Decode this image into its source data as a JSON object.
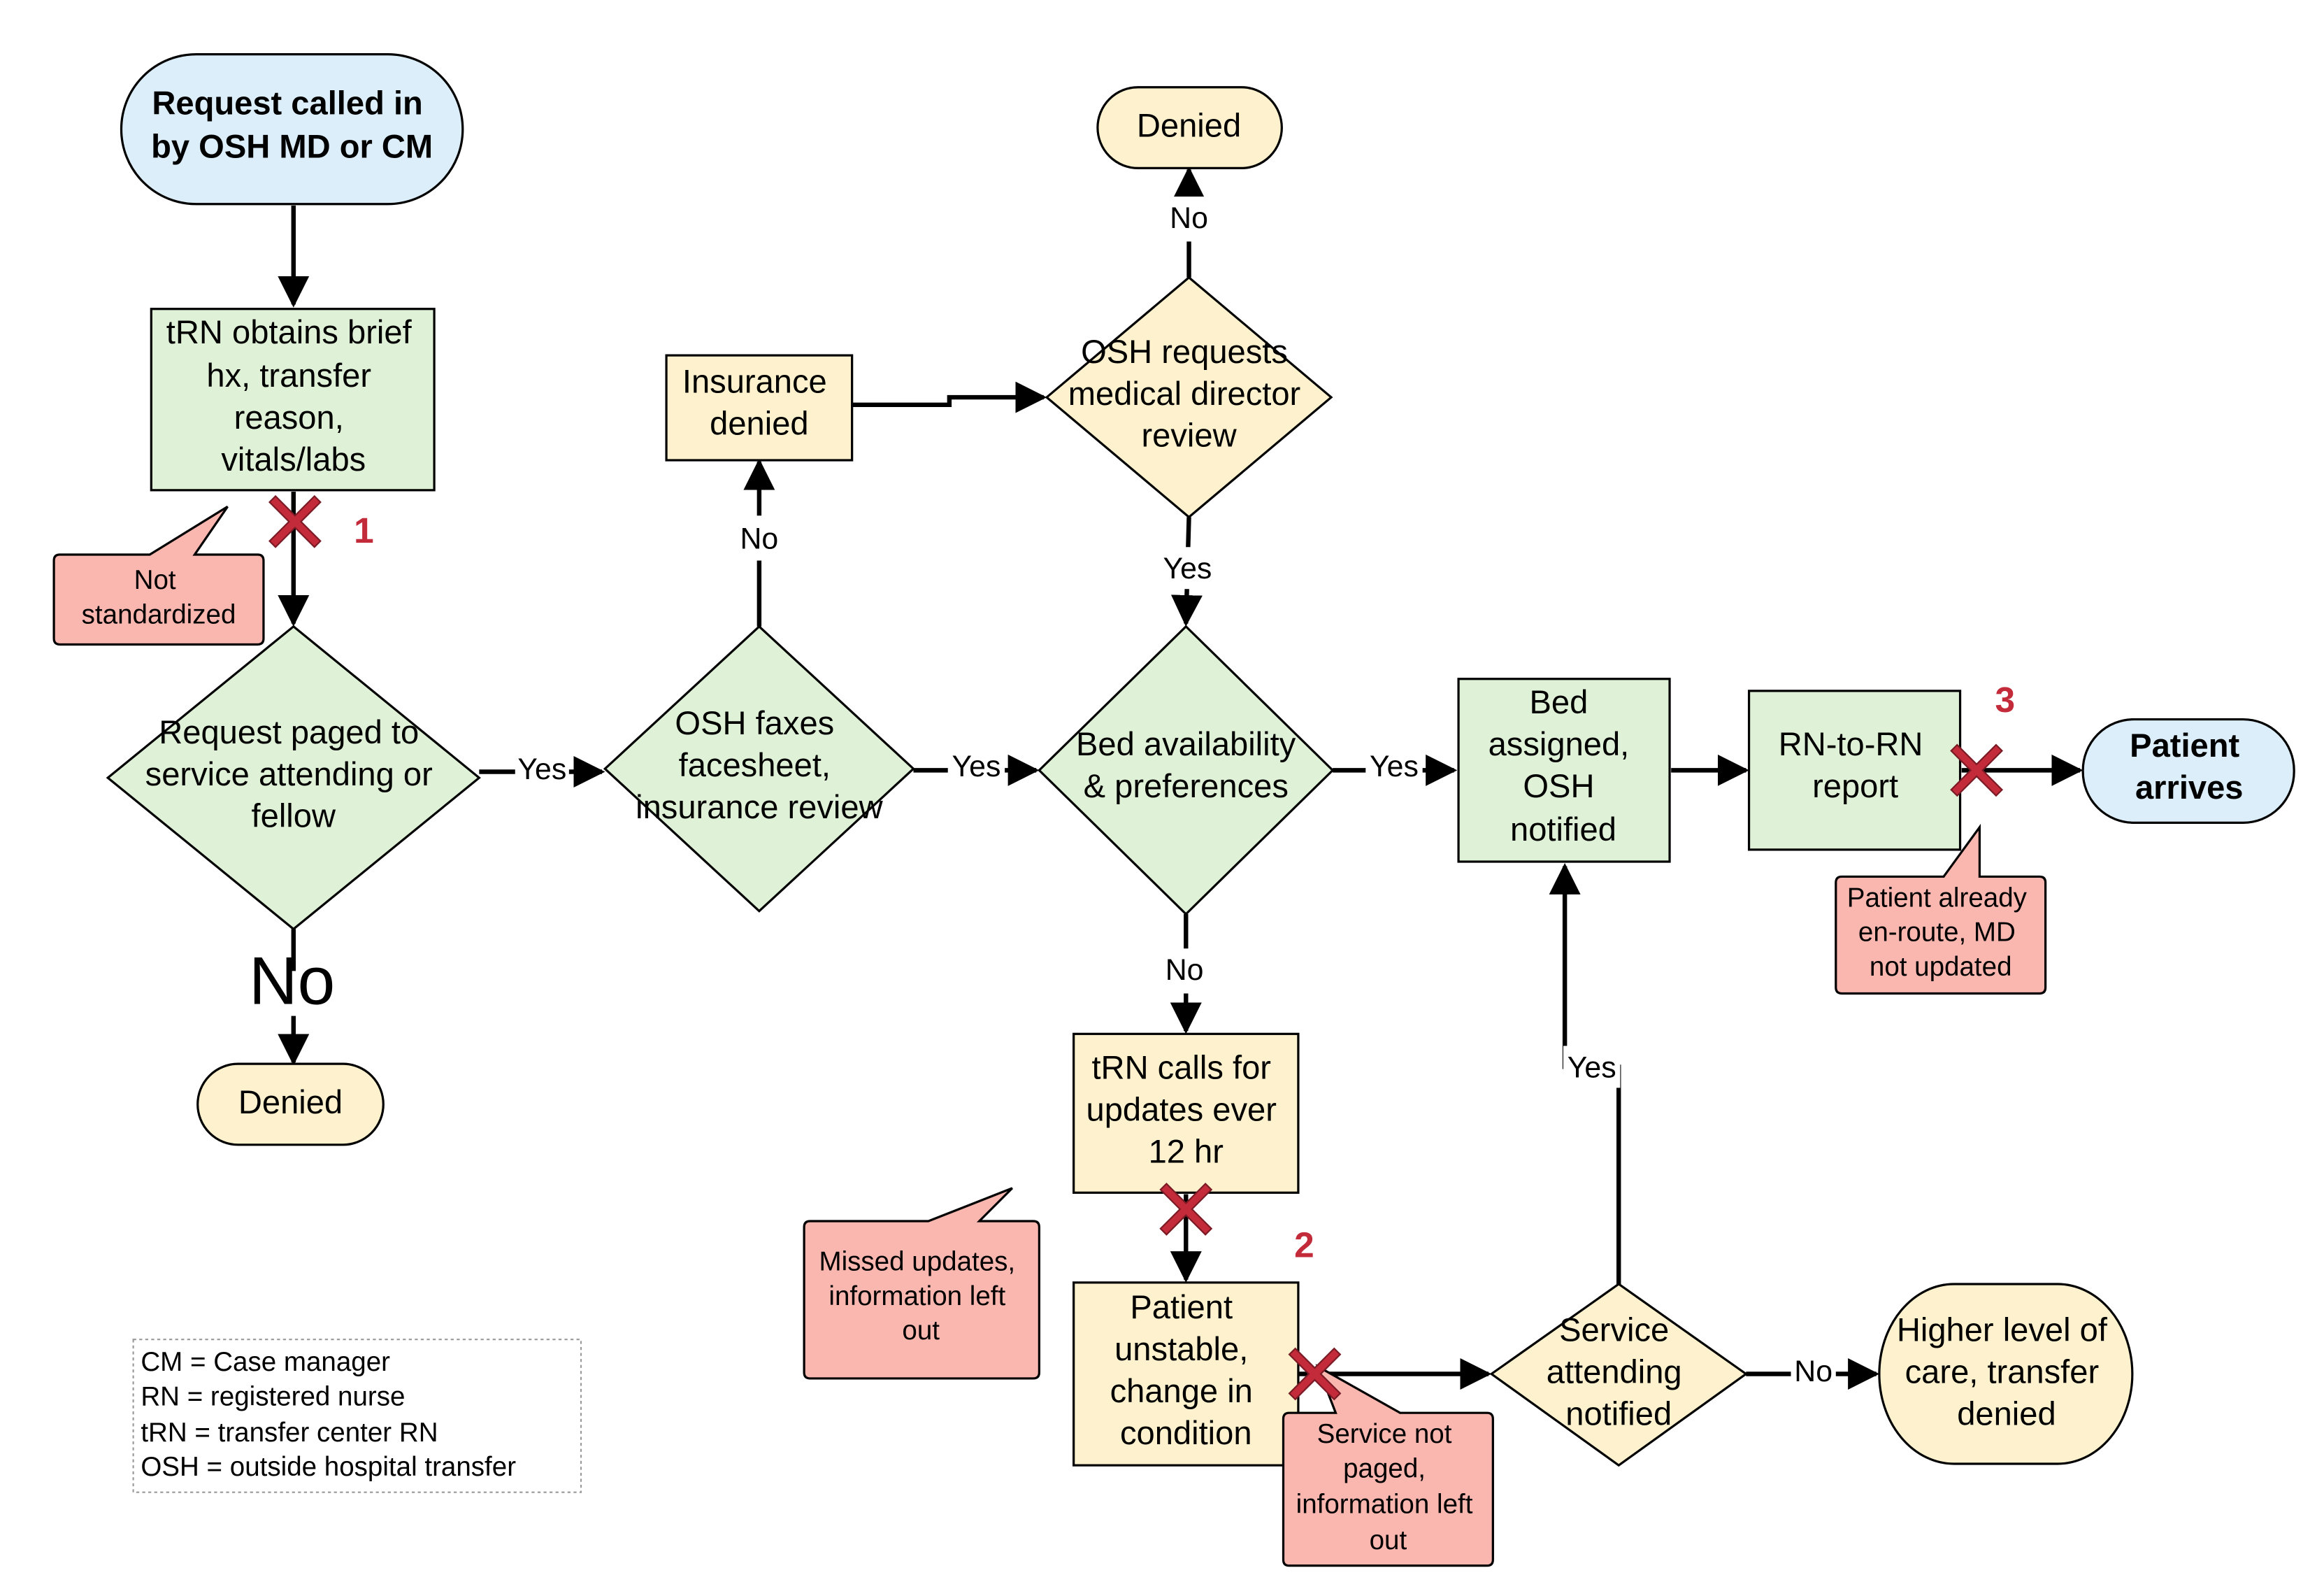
{
  "nodes": {
    "request": [
      "Request called in",
      "by OSH MD or CM"
    ],
    "trn_obtains": [
      "tRN obtains brief",
      "hx, transfer",
      "reason,",
      "vitals/labs"
    ],
    "request_paged": [
      "Request paged to",
      "service attending or",
      "fellow"
    ],
    "denied_left": [
      "Denied"
    ],
    "osh_faxes": [
      "OSH faxes",
      "facesheet,",
      "insurance review"
    ],
    "insurance_denied": [
      "Insurance",
      "denied"
    ],
    "osh_requests": [
      "OSH requests",
      "medical director",
      "review"
    ],
    "denied_top": [
      "Denied"
    ],
    "bed_availability": [
      "Bed availability",
      "& preferences"
    ],
    "bed_assigned": [
      "Bed",
      "assigned,",
      "OSH",
      "notified"
    ],
    "rn_to_rn": [
      "RN-to-RN",
      "report"
    ],
    "patient_arrives": [
      "Patient",
      "arrives"
    ],
    "trn_calls": [
      "tRN calls for",
      "updates ever",
      "12 hr"
    ],
    "patient_unstable": [
      "Patient",
      "unstable,",
      "change in",
      "condition"
    ],
    "service_notified": [
      "Service",
      "attending",
      "notified"
    ],
    "higher_level": [
      "Higher level of",
      "care, transfer",
      "denied"
    ]
  },
  "edge_labels": {
    "paged_no": "No",
    "paged_yes": "Yes",
    "faxes_no": "No",
    "faxes_yes": "Yes",
    "director_no": "No",
    "director_yes": "Yes",
    "bed_yes": "Yes",
    "bed_no": "No",
    "service_yes": "Yes",
    "service_no": "No"
  },
  "callouts": {
    "c1": [
      "Not",
      "standardized"
    ],
    "c2_missed": [
      "Missed updates,",
      "information left",
      "out"
    ],
    "c2_service": [
      "Service not",
      "paged,",
      "information left",
      "out"
    ],
    "c3": [
      "Patient already",
      "en-route, MD",
      "not updated"
    ]
  },
  "failure_numbers": {
    "n1": "1",
    "n2": "2",
    "n3": "3"
  },
  "legend": [
    "CM = Case manager",
    "RN = registered nurse",
    "tRN = transfer center RN",
    "OSH = outside hospital transfer"
  ],
  "colors": {
    "terminal_start": "#dceef9",
    "process_green": "#dff1d6",
    "decision_green": "#dff1d6",
    "process_yellow": "#fdf2cd",
    "decision_yellow": "#fdf2cd",
    "callout_red": "#f9b7b0",
    "failure_x": "#c32a3a",
    "number_red": "#c32a3a"
  },
  "icons": {
    "failure_marker": "red-x-icon"
  }
}
